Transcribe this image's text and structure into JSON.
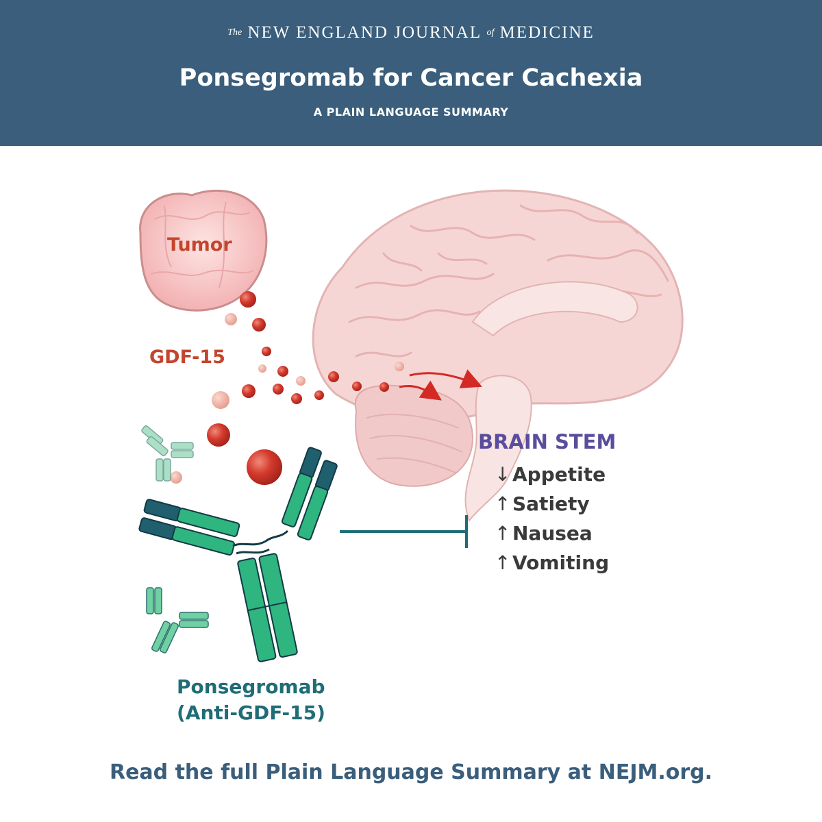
{
  "header": {
    "journal_the": "The",
    "journal_name_1": "NEW ENGLAND JOURNAL",
    "journal_of": "of",
    "journal_name_2": "MEDICINE",
    "title": "Ponsegromab for Cancer Cachexia",
    "subtitle": "A PLAIN LANGUAGE SUMMARY"
  },
  "diagram": {
    "tumor_label": "Tumor",
    "gdf15_label": "GDF-15",
    "brain_stem_label": "BRAIN STEM",
    "effects": [
      {
        "arrow": "↓",
        "label": "Appetite"
      },
      {
        "arrow": "↑",
        "label": "Satiety"
      },
      {
        "arrow": "↑",
        "label": "Nausea"
      },
      {
        "arrow": "↑",
        "label": "Vomiting"
      }
    ],
    "drug_name": "Ponsegromab",
    "drug_alias": "(Anti-GDF-15)"
  },
  "footer": {
    "text": "Read the full Plain Language Summary at NEJM.org."
  },
  "colors": {
    "header_bg": "#3a5e7b",
    "tumor_red": "#c4452e",
    "brain_stem_purple": "#5a4d9e",
    "antibody_green": "#2fb57f",
    "antibody_dark": "#1f5f6e",
    "inhibition_line": "#1f6d76"
  }
}
